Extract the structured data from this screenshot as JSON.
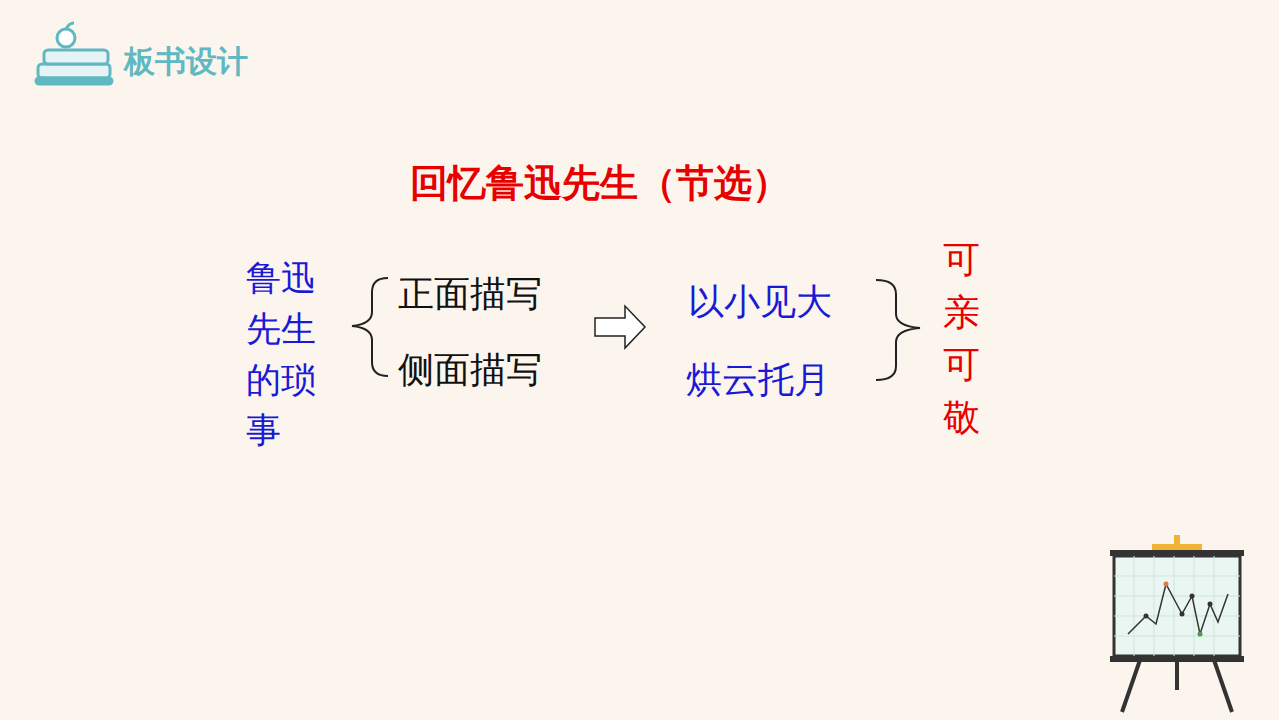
{
  "diagram": {
    "title": "回忆鲁迅先生（节选）",
    "labels": [
      "板书设计",
      "鲁迅先生的琐事",
      "正面描写",
      "侧面描写",
      "以小见大",
      "烘云托月",
      "可亲可敬"
    ]
  }
}
